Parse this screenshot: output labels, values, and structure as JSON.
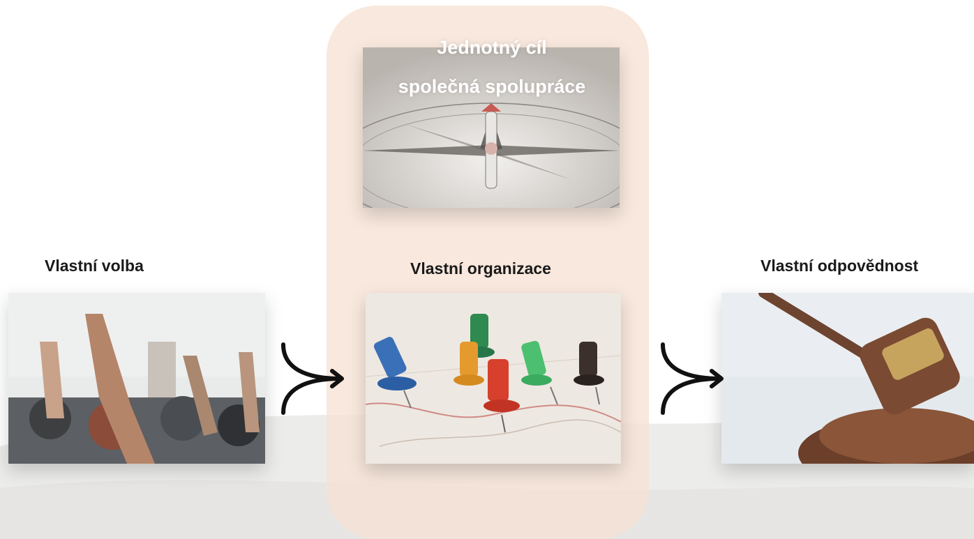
{
  "steps": {
    "left": {
      "label": "Vlastní volba",
      "image": "raised-hands-photo"
    },
    "center": {
      "label": "Vlastní organizace",
      "image": "map-pushpins-photo"
    },
    "right": {
      "label": "Vlastní odpovědnost",
      "image": "judge-gavel-photo"
    }
  },
  "top_box": {
    "line1": "Jednotný cíl",
    "line2": "společná spolupráce",
    "image": "compass-photo"
  },
  "connectors": [
    "arrow-merge-icon",
    "arrow-merge-icon"
  ],
  "colors": {
    "panel": "#f6e1d3",
    "text": "#1a1a1a",
    "title_text": "#ffffff"
  }
}
